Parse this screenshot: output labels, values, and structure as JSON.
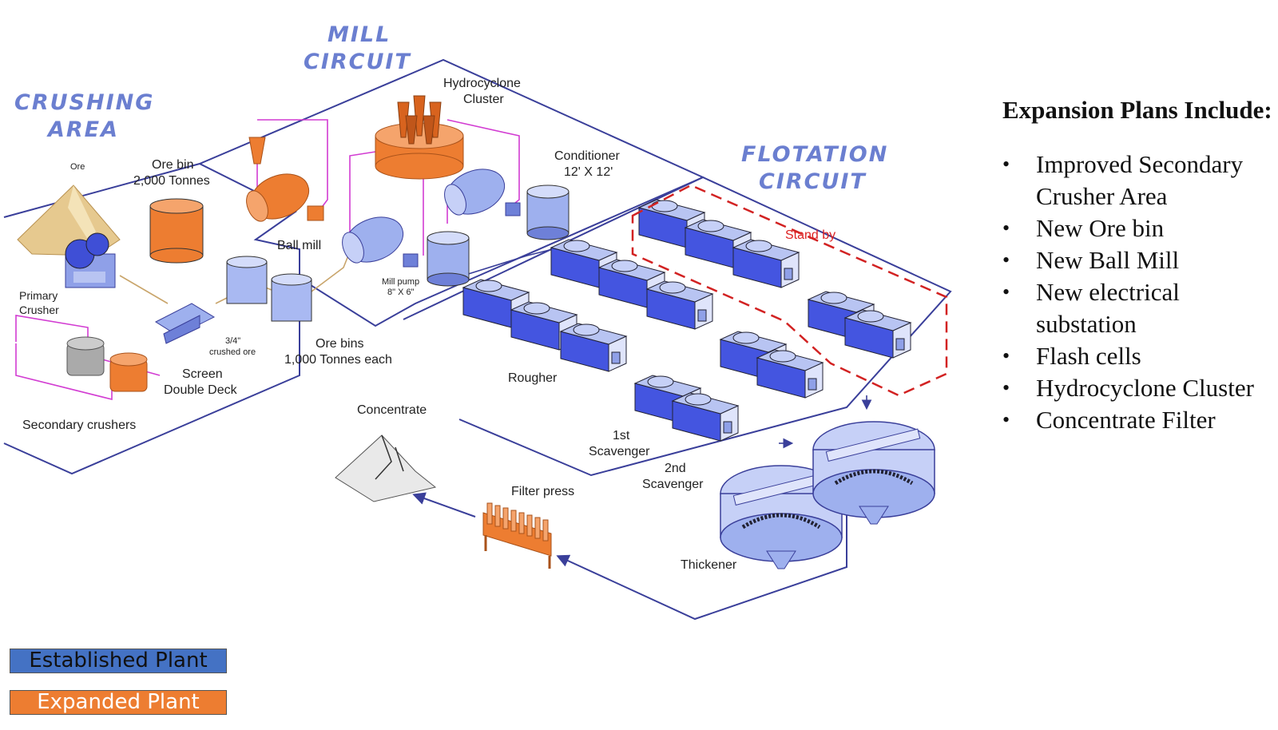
{
  "colors": {
    "established": "#4472c4",
    "expanded": "#ed7d31",
    "outline": "#3a3f9a",
    "flow": "#d23cd2",
    "standby": "#d22222",
    "title": "#6b7fd0"
  },
  "areas": {
    "crushing": [
      "CRUSHING",
      "AREA"
    ],
    "mill": [
      "MILL",
      "CIRCUIT"
    ],
    "flotation": [
      "FLOTATION",
      "CIRCUIT"
    ]
  },
  "labels": {
    "ore": "Ore",
    "ore_bin": [
      "Ore bin",
      "2,000 Tonnes"
    ],
    "primary_crusher": [
      "Primary",
      "Crusher"
    ],
    "ball_mill": "Ball mill",
    "hydrocyclone": [
      "Hydrocyclone",
      "Cluster"
    ],
    "conditioner": [
      "Conditioner",
      "12' X 12'"
    ],
    "mill_pump": [
      "Mill pump",
      "8\" X 6\""
    ],
    "crushed_ore": [
      "3/4\"",
      "crushed ore"
    ],
    "ore_bins": [
      "Ore bins",
      "1,000 Tonnes each"
    ],
    "screen": [
      "Screen",
      "Double Deck"
    ],
    "secondary_crushers": "Secondary crushers",
    "stand_by": "Stand by",
    "rougher": "Rougher",
    "scavenger_1": [
      "1st",
      "Scavenger"
    ],
    "scavenger_2": [
      "2nd",
      "Scavenger"
    ],
    "concentrate": "Concentrate",
    "filter_press": "Filter press",
    "thickener": "Thickener"
  },
  "expansion": {
    "title": "Expansion Plans Include:",
    "items": [
      "Improved Secondary Crusher Area",
      "New Ore bin",
      "New Ball Mill",
      "New electrical substation",
      "Flash cells",
      "Hydrocyclone  Cluster",
      "Concentrate Filter"
    ]
  },
  "legend": {
    "established": "Established Plant",
    "expanded": "Expanded Plant"
  }
}
